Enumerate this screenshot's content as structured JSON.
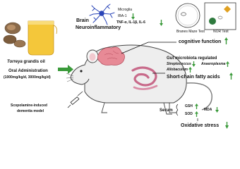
{
  "oil": {
    "name_italic": "Torreya",
    "name_rest": " grandis oil",
    "admin_title": "Oral Administration",
    "admin_dose": "(1000mg/kg/d, 3000mg/kg/d)"
  },
  "model": {
    "line1": "Scopolamine-induced",
    "line2": "dementia model"
  },
  "brain": {
    "title_line1": "Brain",
    "title_line2": "Neuroinflammatory",
    "microglia": "Microglia",
    "iba1": "IBA-1",
    "cytokines": "TNF-α, IL-1β, IL-6"
  },
  "tests": {
    "maze": "Branes Maze Test",
    "nor": "NOR Test",
    "cognitive": "cognitive function"
  },
  "gut": {
    "title": "Gut microbiota regulated",
    "strep": "Streptococcus",
    "anaero": "Anaeroplasma",
    "allob": "Allobaculum",
    "scfa": "Short-chain fatty acids"
  },
  "serum": {
    "title": "Serum",
    "gsh": "GSH",
    "sod": "SOD",
    "mda": "MDA",
    "oxidative": "Oxidative stress"
  },
  "colors": {
    "up": "#3a9a3a",
    "down": "#3a9a3a",
    "oil": "#e8b020",
    "brain": "#e06a7a",
    "gut": "#c86a8a",
    "mouse": "#ededed"
  }
}
